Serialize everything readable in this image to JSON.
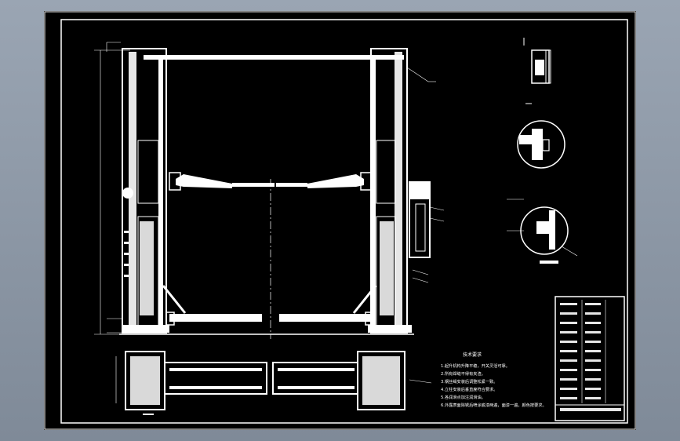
{
  "drawing": {
    "tech_requirements_title": "技术要求",
    "tech_requirements": [
      "1.起升机构升降平稳，开关灵活可靠。",
      "2.所有焊缝不得有夹渣。",
      "3.钢丝绳安装后调整松紧一致。",
      "4.立柱安装后垂直度符合要求。",
      "5.各润滑点加注润滑油。",
      "6.外露表面除锈后喷涂底漆两遍，面漆一遍，颜色按要求。"
    ]
  }
}
